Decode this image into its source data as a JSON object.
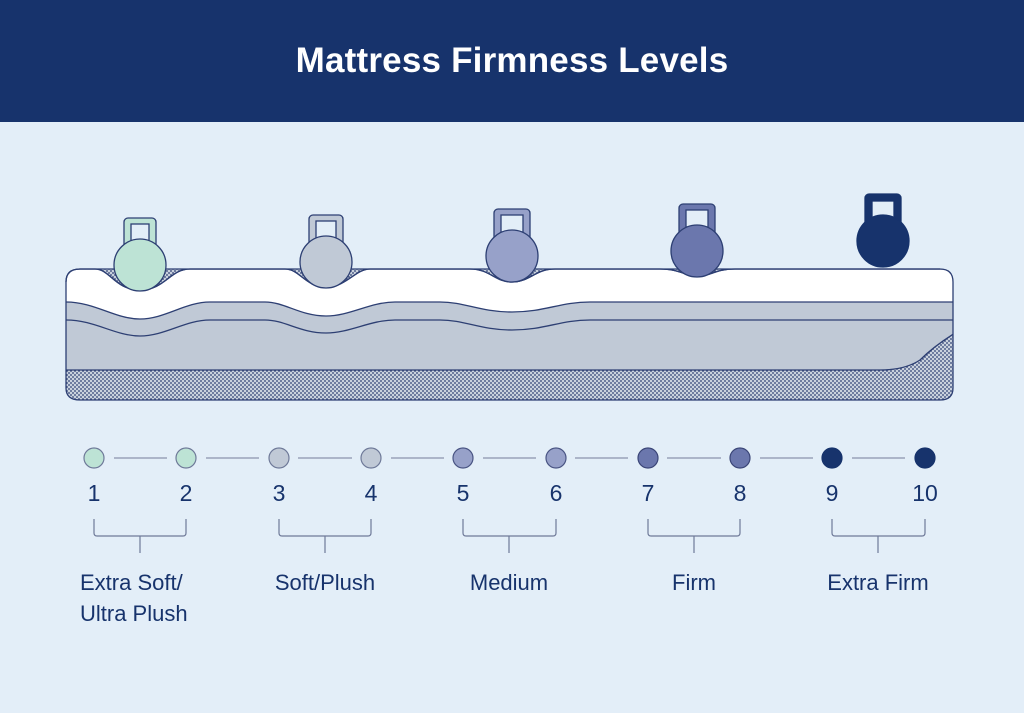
{
  "title": "Mattress Firmness Levels",
  "colors": {
    "header_bg": "#17336c",
    "page_bg": "#e3eef8",
    "outline": "#2d3f73",
    "mattress_top": "#ffffff",
    "mattress_mid": "#c0c9d6",
    "text": "#17336c"
  },
  "kettlebells": [
    {
      "level_group": "Extra Soft/Ultra Plush",
      "color": "#bde3d5"
    },
    {
      "level_group": "Soft/Plush",
      "color": "#c0c9d6"
    },
    {
      "level_group": "Medium",
      "color": "#97a1c9"
    },
    {
      "level_group": "Firm",
      "color": "#6b77ad"
    },
    {
      "level_group": "Extra Firm",
      "color": "#17336c"
    }
  ],
  "scale": {
    "points": [
      {
        "value": "1",
        "color": "#bde3d5"
      },
      {
        "value": "2",
        "color": "#bde3d5"
      },
      {
        "value": "3",
        "color": "#c0c9d6"
      },
      {
        "value": "4",
        "color": "#c0c9d6"
      },
      {
        "value": "5",
        "color": "#97a1c9"
      },
      {
        "value": "6",
        "color": "#97a1c9"
      },
      {
        "value": "7",
        "color": "#6b77ad"
      },
      {
        "value": "8",
        "color": "#6b77ad"
      },
      {
        "value": "9",
        "color": "#17336c"
      },
      {
        "value": "10",
        "color": "#17336c"
      }
    ],
    "groups": [
      {
        "label_line1": "Extra Soft/",
        "label_line2": "Ultra Plush",
        "range": "1-2"
      },
      {
        "label_line1": "Soft/Plush",
        "label_line2": "",
        "range": "3-4"
      },
      {
        "label_line1": "Medium",
        "label_line2": "",
        "range": "5-6"
      },
      {
        "label_line1": "Firm",
        "label_line2": "",
        "range": "7-8"
      },
      {
        "label_line1": "Extra Firm",
        "label_line2": "",
        "range": "9-10"
      }
    ]
  }
}
